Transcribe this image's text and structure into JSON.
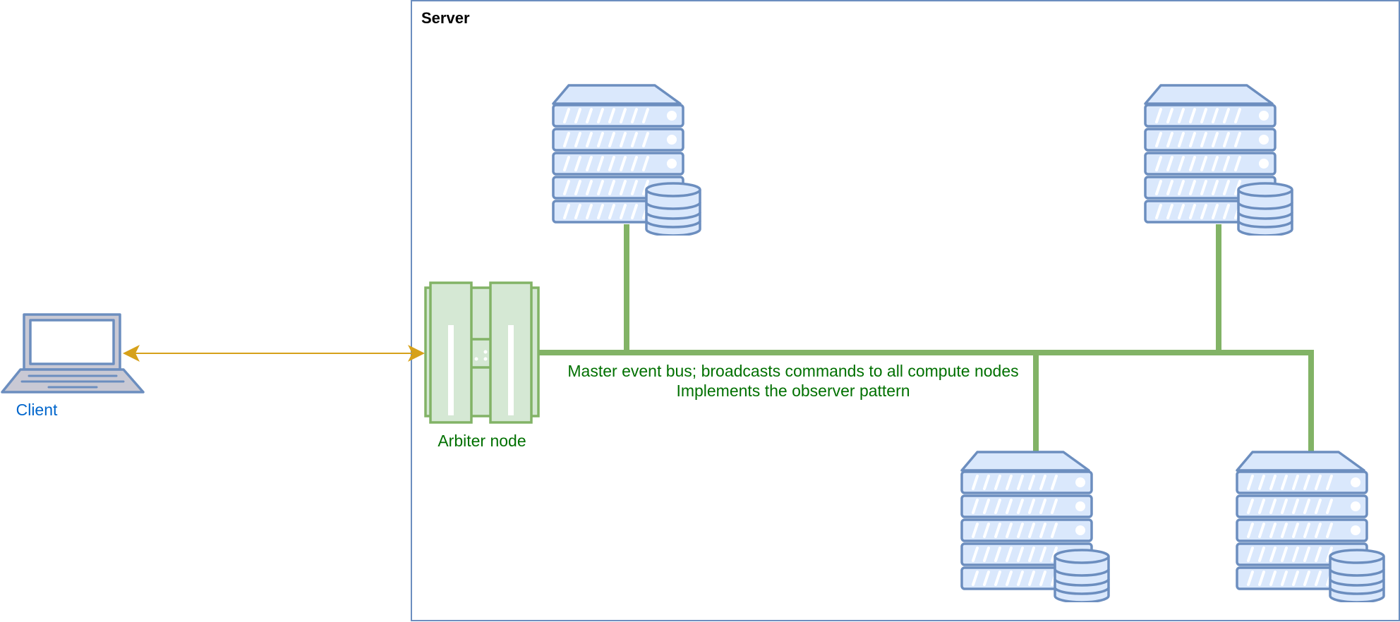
{
  "server_box": {
    "label": "Server"
  },
  "client": {
    "label": "Client"
  },
  "arbiter": {
    "label": "Arbiter node"
  },
  "event_bus": {
    "line1": "Master event bus; broadcasts commands to all compute nodes",
    "line2": "Implements the observer pattern"
  },
  "colors": {
    "server_border": "#6c8ebf",
    "server_fill": "#dae8fc",
    "bus_green": "#82b366",
    "bus_fill": "#d5e8d4",
    "green_text": "#007000",
    "client_text": "#0066cc",
    "link_gold": "#d6a11a",
    "laptop_fill": "#c9c9d4"
  },
  "icons": {
    "server": "database-server-icon",
    "laptop": "laptop-icon",
    "arbiter": "rack-server-icon"
  }
}
